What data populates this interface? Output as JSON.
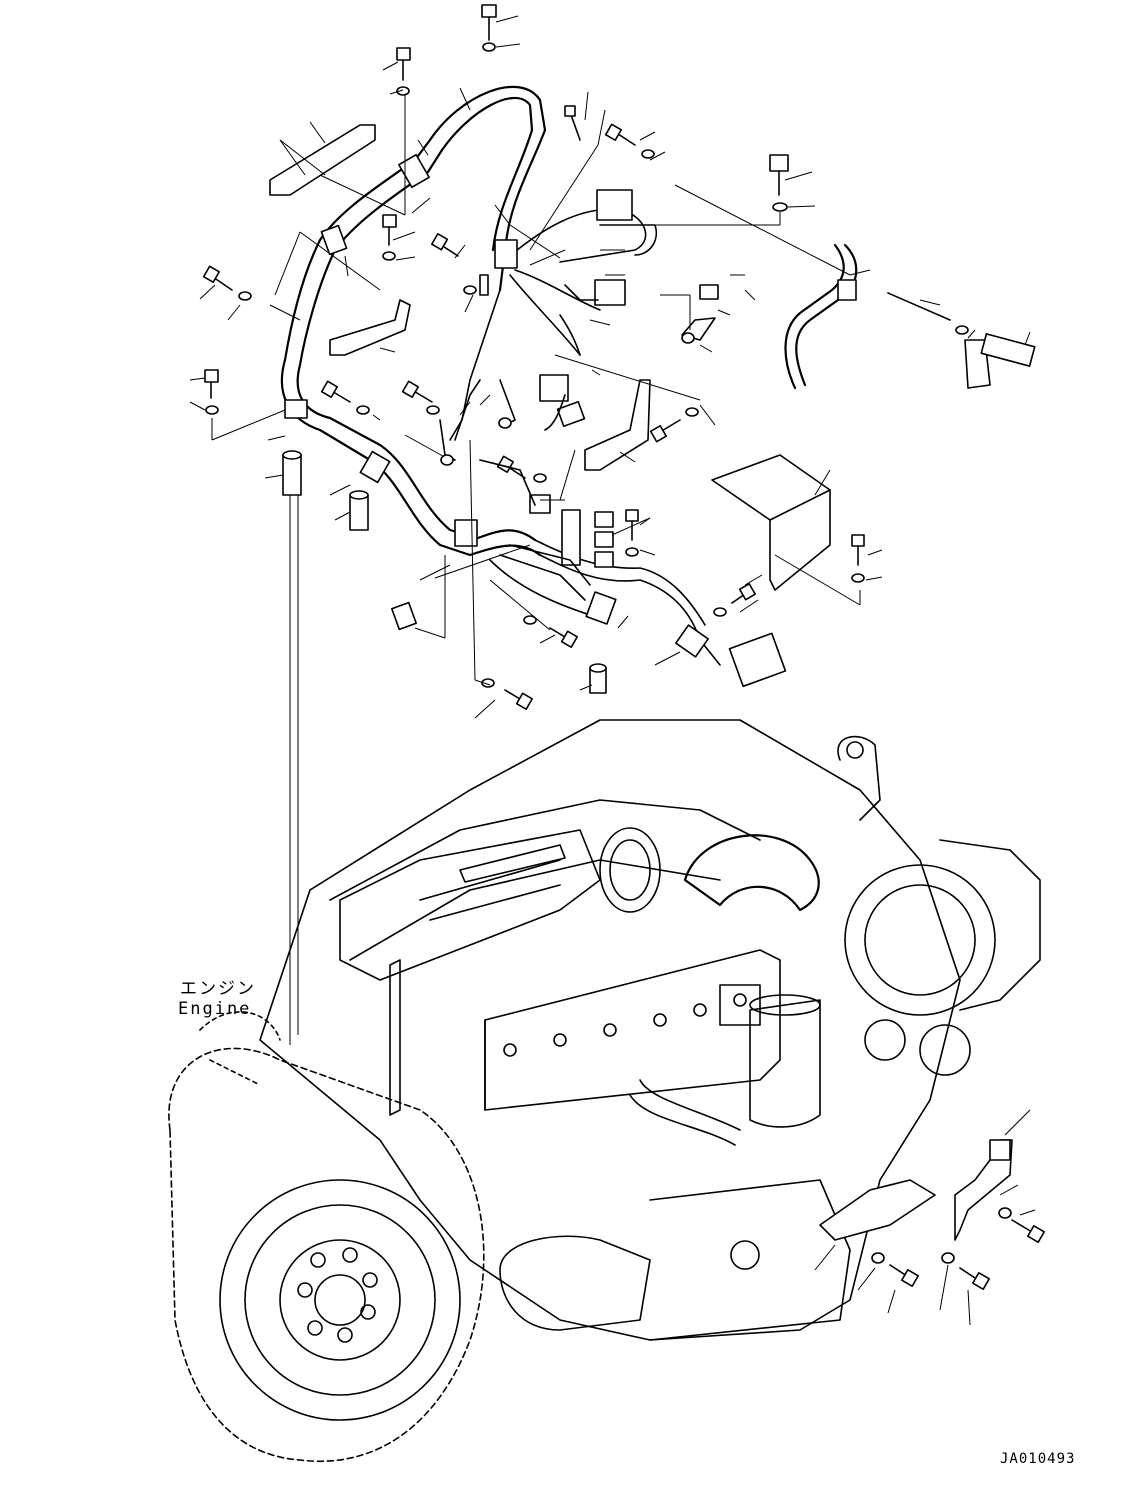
{
  "labels": {
    "engine_jp": "エンジン",
    "engine_en": "Engine",
    "drawing_id": "JA010493"
  },
  "colors": {
    "line": "#000000",
    "background": "#ffffff"
  }
}
